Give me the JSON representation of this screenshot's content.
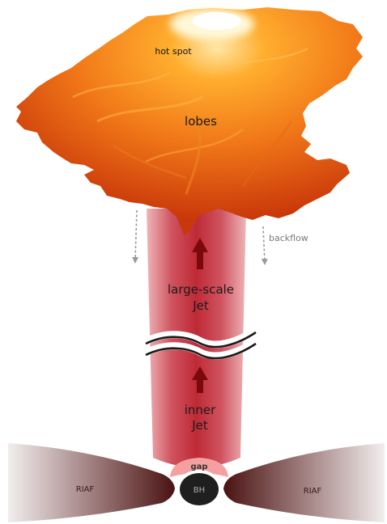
{
  "labels": {
    "hot_spot": "hot spot",
    "lobes": "lobes",
    "backflow": "backflow",
    "large_scale_jet_line1": "large-scale",
    "large_scale_jet_line2": "Jet",
    "inner_jet_line1": "inner",
    "inner_jet_line2": "Jet",
    "gap": "gap",
    "black_hole": "BH",
    "riaf_left": "RIAF",
    "riaf_right": "RIAF"
  },
  "colors": {
    "jet": "#c0303a",
    "lobe_outer": "#d2440c",
    "lobe_inner": "#ff9a1e",
    "riaf": "#5a1818",
    "gap": "#f5a0a0",
    "black_hole": "#1f1f1f",
    "arrow": "#7a0a0a",
    "backflow": "#9a9a9a"
  }
}
